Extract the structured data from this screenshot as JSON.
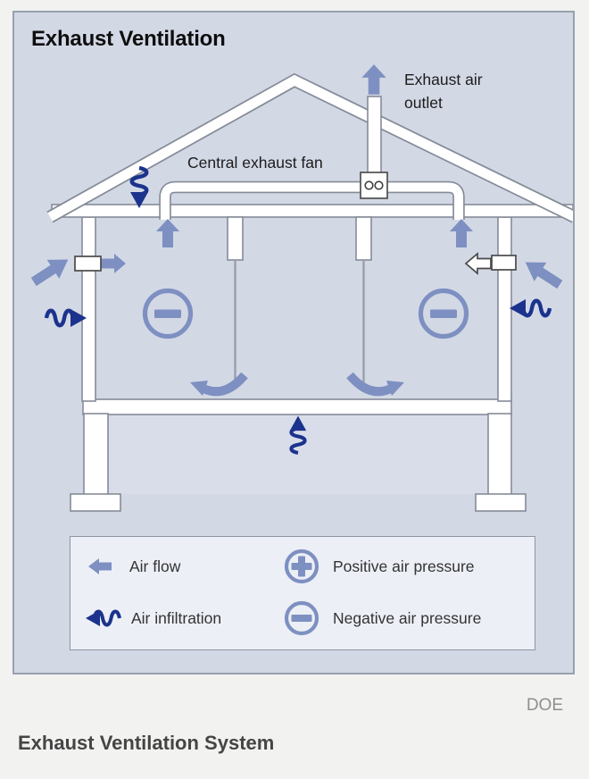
{
  "colors": {
    "panel_bg": "#d3d8e5",
    "arrow_blue": "#7d90c1",
    "infiltration_navy": "#1b338d",
    "structure_outline": "#858b98"
  },
  "diagram": {
    "title": "Exhaust Ventilation",
    "label_central_fan": "Central exhaust fan",
    "label_outlet_line1": "Exhaust air",
    "label_outlet_line2": "outlet"
  },
  "legend": {
    "air_flow": "Air flow",
    "air_infiltration": "Air infiltration",
    "positive_pressure": "Positive air pressure",
    "negative_pressure": "Negative air pressure"
  },
  "icons": {
    "air_flow": "left-block-arrow",
    "air_infiltration": "wavy-arrow-left",
    "positive_pressure": "circled-plus",
    "negative_pressure": "circled-minus",
    "fan": "propeller-in-box"
  },
  "attribution": "DOE",
  "caption": "Exhaust Ventilation System"
}
